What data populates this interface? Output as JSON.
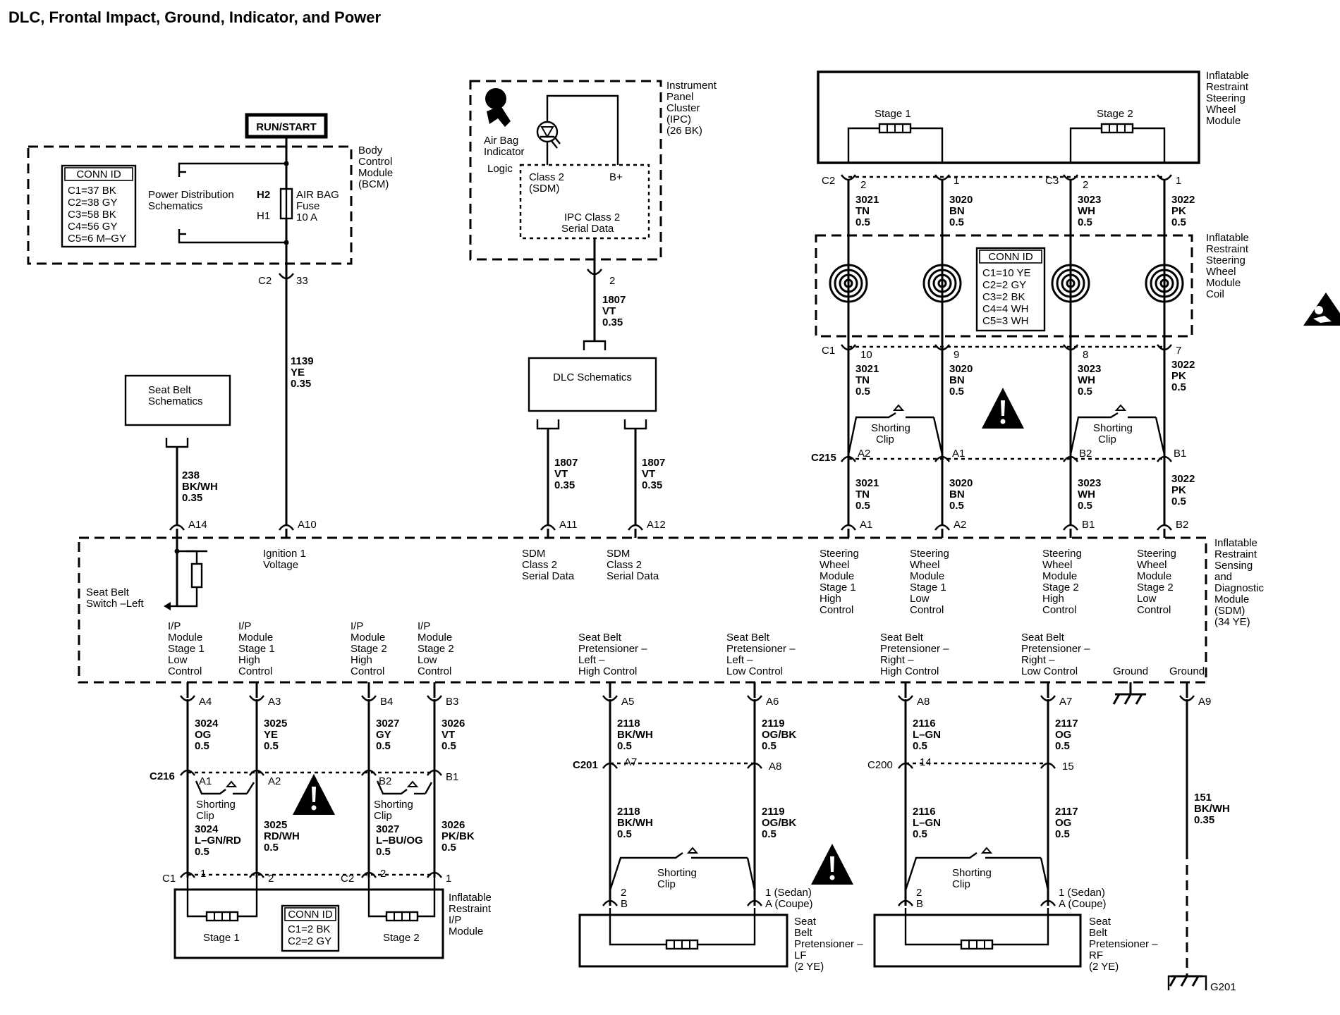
{
  "title": "DLC, Frontal Impact, Ground, Indicator, and Power",
  "bcm": {
    "run_start": "RUN/START",
    "conn_header": "CONN ID",
    "conn": [
      "C1=37 BK",
      "C2=38 GY",
      "C3=58 BK",
      "C4=56 GY",
      "C5=6 M–GY"
    ],
    "pds": [
      "Power Distribution",
      "Schematics"
    ],
    "h2": "H2",
    "h1": "H1",
    "fuse": [
      "AIR BAG",
      "Fuse",
      "10 A"
    ],
    "name": [
      "Body",
      "Control",
      "Module",
      "(BCM)"
    ],
    "c2": "C2",
    "c2pin": "33",
    "wire": [
      "1139",
      "YE",
      "0.35"
    ]
  },
  "seatbelt": {
    "box": [
      "Seat Belt",
      "Schematics"
    ],
    "wire": [
      "238",
      "BK/WH",
      "0.35"
    ]
  },
  "ipc": {
    "name": [
      "Instrument",
      "Panel",
      "Cluster",
      "(IPC)",
      "(26 BK)"
    ],
    "indicator": [
      "Air Bag",
      "Indicator"
    ],
    "logic": "Logic",
    "class2": [
      "Class 2",
      "(SDM)"
    ],
    "bplus": "B+",
    "serial": [
      "IPC Class 2",
      "Serial Data"
    ],
    "pin": "2",
    "wire": [
      "1807",
      "VT",
      "0.35"
    ]
  },
  "dlc": {
    "box": "DLC Schematics",
    "wire_l": [
      "1807",
      "VT",
      "0.35"
    ],
    "wire_r": [
      "1807",
      "VT",
      "0.35"
    ]
  },
  "swm": {
    "name": [
      "Inflatable",
      "Restraint",
      "Steering",
      "Wheel",
      "Module"
    ],
    "stage1": "Stage 1",
    "stage2": "Stage 2",
    "c2": "C2",
    "c3": "C3",
    "pins_top": [
      "2",
      "1",
      "2",
      "1"
    ],
    "wires_top": [
      [
        "3021",
        "TN",
        "0.5"
      ],
      [
        "3020",
        "BN",
        "0.5"
      ],
      [
        "3023",
        "WH",
        "0.5"
      ],
      [
        "3022",
        "PK",
        "0.5"
      ]
    ],
    "coil_name": [
      "Inflatable",
      "Restraint",
      "Steering",
      "Wheel",
      "Module",
      "Coil"
    ],
    "coil_conn_header": "CONN ID",
    "coil_conn": [
      "C1=10 YE",
      "C2=2 GY",
      "C3=2 BK",
      "C4=4 WH",
      "C5=3 WH"
    ],
    "c1": "C1",
    "pins_c1": [
      "10",
      "9",
      "8",
      "7"
    ],
    "wires_mid": [
      [
        "3021",
        "TN",
        "0.5"
      ],
      [
        "3020",
        "BN",
        "0.5"
      ],
      [
        "3023",
        "WH",
        "0.5"
      ],
      [
        "3022",
        "PK",
        "0.5"
      ]
    ],
    "shorting": [
      "Shorting",
      "Clip"
    ],
    "c215": "C215",
    "pins_c215": [
      "A2",
      "A1",
      "B2",
      "B1"
    ],
    "wires_low": [
      [
        "3021",
        "TN",
        "0.5"
      ],
      [
        "3020",
        "BN",
        "0.5"
      ],
      [
        "3023",
        "WH",
        "0.5"
      ],
      [
        "3022",
        "PK",
        "0.5"
      ]
    ]
  },
  "sdm": {
    "name": [
      "Inflatable",
      "Restraint",
      "Sensing",
      "and",
      "Diagnostic",
      "Module",
      "(SDM)",
      "(34 YE)"
    ],
    "top_pins": [
      "A14",
      "A10",
      "A11",
      "A12",
      "A1",
      "A2",
      "B1",
      "B2"
    ],
    "ign": [
      "Ignition 1",
      "Voltage"
    ],
    "sdm_serial1": [
      "SDM",
      "Class 2",
      "Serial Data"
    ],
    "sdm_serial2": [
      "SDM",
      "Class 2",
      "Serial Data"
    ],
    "sw_labels": [
      [
        "Steering",
        "Wheel",
        "Module",
        "Stage 1",
        "High",
        "Control"
      ],
      [
        "Steering",
        "Wheel",
        "Module",
        "Stage 1",
        "Low",
        "Control"
      ],
      [
        "Steering",
        "Wheel",
        "Module",
        "Stage 2",
        "High",
        "Control"
      ],
      [
        "Steering",
        "Wheel",
        "Module",
        "Stage 2",
        "Low",
        "Control"
      ]
    ],
    "seatbelt_switch": [
      "Seat Belt",
      "Switch –Left"
    ],
    "ip_labels": [
      [
        "I/P",
        "Module",
        "Stage 1",
        "Low",
        "Control"
      ],
      [
        "I/P",
        "Module",
        "Stage 1",
        "High",
        "Control"
      ],
      [
        "I/P",
        "Module",
        "Stage 2",
        "High",
        "Control"
      ],
      [
        "I/P",
        "Module",
        "Stage 2",
        "Low",
        "Control"
      ]
    ],
    "pt_labels": [
      [
        "Seat Belt",
        "Pretensioner –",
        "Left –",
        "High Control"
      ],
      [
        "Seat Belt",
        "Pretensioner –",
        "Left –",
        "Low Control"
      ],
      [
        "Seat Belt",
        "Pretensioner –",
        "Right –",
        "High Control"
      ],
      [
        "Seat Belt",
        "Pretensioner –",
        "Right –",
        "Low Control"
      ]
    ],
    "ground1": "Ground",
    "ground2": "Ground",
    "bottom_pins": [
      "A4",
      "A3",
      "B4",
      "B3",
      "A5",
      "A6",
      "A8",
      "A7",
      "A9"
    ]
  },
  "ipmod": {
    "wires_top": [
      [
        "3024",
        "OG",
        "0.5"
      ],
      [
        "3025",
        "YE",
        "0.5"
      ],
      [
        "3027",
        "GY",
        "0.5"
      ],
      [
        "3026",
        "VT",
        "0.5"
      ]
    ],
    "c216": "C216",
    "pins_c216": [
      "A1",
      "A2",
      "B2",
      "B1"
    ],
    "shorting": [
      "Shorting",
      "Clip"
    ],
    "wires_low": [
      [
        "3024",
        "L–GN/RD",
        "0.5"
      ],
      [
        "3025",
        "RD/WH",
        "0.5"
      ],
      [
        "3027",
        "L–BU/OG",
        "0.5"
      ],
      [
        "3026",
        "PK/BK",
        "0.5"
      ]
    ],
    "c1": "C1",
    "c2": "C2",
    "pins": [
      "1",
      "2",
      "2",
      "1"
    ],
    "stage1": "Stage 1",
    "stage2": "Stage 2",
    "conn_header": "CONN ID",
    "conn": [
      "C1=2 BK",
      "C2=2 GY"
    ],
    "name": [
      "Inflatable",
      "Restraint",
      "I/P",
      "Module"
    ]
  },
  "pret_lf": {
    "wires_top": [
      [
        "2118",
        "BK/WH",
        "0.5"
      ],
      [
        "2119",
        "OG/BK",
        "0.5"
      ]
    ],
    "conn": "C201",
    "pins": [
      "A7",
      "A8"
    ],
    "wires_low": [
      [
        "2118",
        "BK/WH",
        "0.5"
      ],
      [
        "2119",
        "OG/BK",
        "0.5"
      ]
    ],
    "shorting": [
      "Shorting",
      "Clip"
    ],
    "pin_l": [
      "2",
      "B"
    ],
    "pin_r": [
      "1 (Sedan)",
      "A (Coupe)"
    ],
    "name": [
      "Seat",
      "Belt",
      "Pretensioner –",
      "LF",
      "(2 YE)"
    ]
  },
  "pret_rf": {
    "wires_top": [
      [
        "2116",
        "L–GN",
        "0.5"
      ],
      [
        "2117",
        "OG",
        "0.5"
      ]
    ],
    "conn": "C200",
    "pins": [
      "14",
      "15"
    ],
    "wires_low": [
      [
        "2116",
        "L–GN",
        "0.5"
      ],
      [
        "2117",
        "OG",
        "0.5"
      ]
    ],
    "shorting": [
      "Shorting",
      "Clip"
    ],
    "pin_l": [
      "2",
      "B"
    ],
    "pin_r": [
      "1 (Sedan)",
      "A (Coupe)"
    ],
    "name": [
      "Seat",
      "Belt",
      "Pretensioner –",
      "RF",
      "(2 YE)"
    ]
  },
  "ground_wire": [
    "151",
    "BK/WH",
    "0.35"
  ],
  "g201": "G201"
}
